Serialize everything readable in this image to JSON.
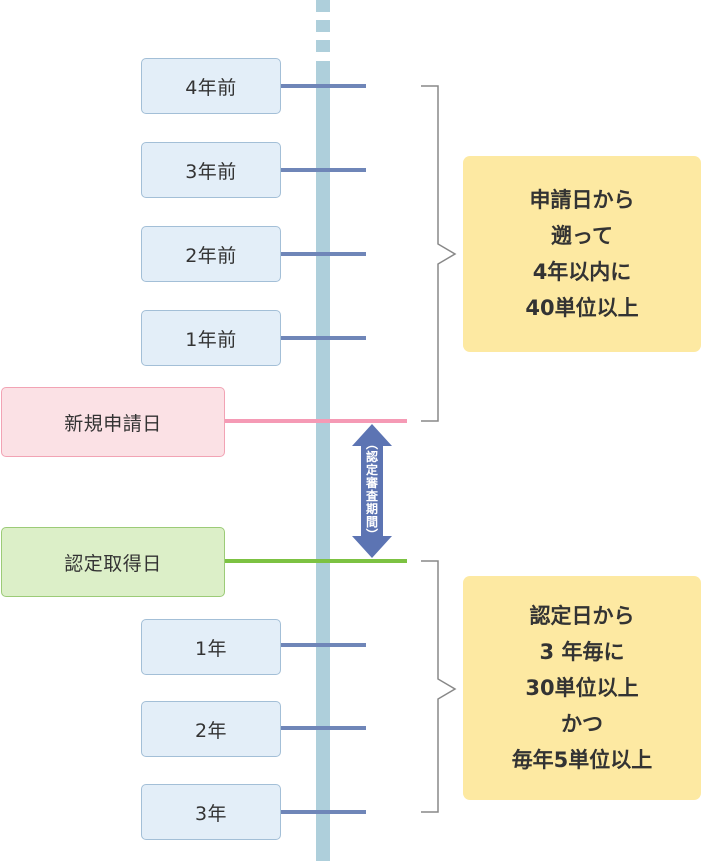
{
  "colors": {
    "timeline": "#aecfdb",
    "tick": "#6f86b8",
    "bracket": "#888888",
    "apply_line": "#f59ab5",
    "cert_line": "#7cc242",
    "arrow": "#5c74b3"
  },
  "before_years": [
    {
      "label": "4年前"
    },
    {
      "label": "3年前"
    },
    {
      "label": "2年前"
    },
    {
      "label": "1年前"
    }
  ],
  "application": {
    "label": "新規申請日"
  },
  "review_period": {
    "label": "（認定審査期間）",
    "chars": [
      "︵",
      "認",
      "定",
      "審",
      "査",
      "期",
      "間",
      "︶"
    ]
  },
  "certification": {
    "label": "認定取得日"
  },
  "after_years": [
    {
      "label": "1年"
    },
    {
      "label": "2年"
    },
    {
      "label": "3年"
    }
  ],
  "note_before": {
    "lines": [
      "申請日から",
      "遡って",
      "4年以内に",
      "40単位以上"
    ]
  },
  "note_after": {
    "lines": [
      "認定日から",
      "3 年毎に",
      "30単位以上",
      "かつ",
      "毎年5単位以上"
    ]
  }
}
